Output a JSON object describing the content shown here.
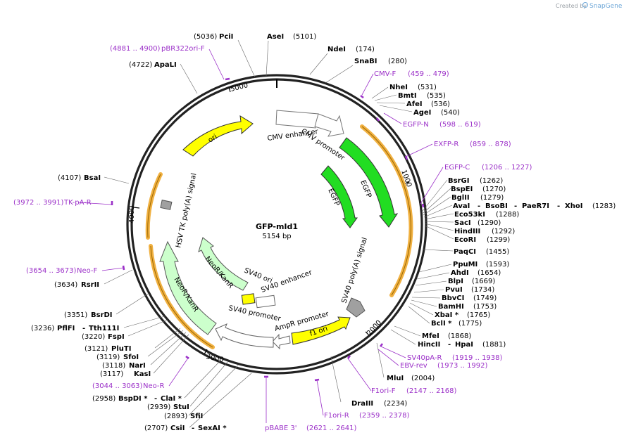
{
  "header": {
    "credit_prefix": "Created by",
    "credit_brand": "SnapGene"
  },
  "plasmid": {
    "name": "GFP-mId1",
    "length": "5154 bp"
  },
  "ticks": [
    "1000",
    "2000",
    "3000",
    "4000",
    "5000"
  ],
  "features": {
    "cmv_enhancer": "CMV enhancer",
    "cmv_promoter": "CMV promoter",
    "egfp_outer": "EGFP",
    "egfp_inner": "EGFP",
    "sv40_polya": "SV40 poly(A) signal",
    "f1_ori": "f1 ori",
    "ampr_promoter": "AmpR promoter",
    "sv40_promoter": "SV40 promoter",
    "sv40_ori": "SV40 ori",
    "sv40_enhancer": "SV40 enhancer",
    "neo_inner": "NeoR/KanR",
    "neo_outer": "NeoR/KanR",
    "hsv_tk_polya": "HSV TK poly(A) signal",
    "ori": "ori"
  },
  "sites": {
    "pcii": {
      "pos": "(5036)",
      "name": "PciI"
    },
    "asei": {
      "name": "AseI",
      "pos": "(5101)"
    },
    "ndei": {
      "name": "NdeI",
      "pos": "(174)"
    },
    "snabi": {
      "name": "SnaBI",
      "pos": "(280)"
    },
    "nhei": {
      "name": "NheI",
      "pos": "(531)"
    },
    "bmti": {
      "name": "BmtI",
      "pos": "(535)"
    },
    "afei": {
      "name": "AfeI",
      "pos": "(536)"
    },
    "agei": {
      "name": "AgeI",
      "pos": "(540)"
    },
    "bsrgi": {
      "name": "BsrGI",
      "pos": "(1262)"
    },
    "bspei": {
      "name": "BspEI",
      "pos": "(1270)"
    },
    "bglii": {
      "name": "BglII",
      "pos": "(1279)"
    },
    "avai": {
      "name": "AvaI",
      "sep1": "-",
      "name2": "BsoBI",
      "sep2": "-",
      "name3": "PaeR7I",
      "sep3": "-",
      "name4": "XhoI",
      "pos": "(1283)"
    },
    "eco53ki": {
      "name": "Eco53kI",
      "pos": "(1288)"
    },
    "saci": {
      "name": "SacI",
      "pos": "(1290)"
    },
    "hindiii": {
      "name": "HindIII",
      "pos": "(1292)"
    },
    "ecori": {
      "name": "EcoRI",
      "pos": "(1299)"
    },
    "paqci": {
      "name": "PaqCI",
      "pos": "(1455)"
    },
    "ppumi": {
      "name": "PpuMI",
      "pos": "(1593)"
    },
    "ahdi": {
      "name": "AhdI",
      "pos": "(1654)"
    },
    "blpi": {
      "name": "BlpI",
      "pos": "(1669)"
    },
    "pvui": {
      "name": "PvuI",
      "pos": "(1734)"
    },
    "bbvci": {
      "name": "BbvCI",
      "pos": "(1749)"
    },
    "bamhi": {
      "name": "BamHI",
      "pos": "(1753)"
    },
    "xbai": {
      "name": "XbaI *",
      "pos": "(1765)"
    },
    "bcli": {
      "name": "BclI *",
      "pos": "(1775)"
    },
    "mfei": {
      "name": "MfeI",
      "pos": "(1868)"
    },
    "hincii": {
      "name": "HincII",
      "sep": "-",
      "name2": "HpaI",
      "pos": "(1881)"
    },
    "mlui": {
      "name": "MluI",
      "pos": "(2004)"
    },
    "draiii": {
      "name": "DraIII",
      "pos": "(2234)"
    },
    "csii": {
      "pos": "(2707)",
      "name": "CsiI",
      "sep": "-",
      "name2": "SexAI *"
    },
    "sfii": {
      "pos": "(2893)",
      "name": "SfiI"
    },
    "stui": {
      "pos": "(2939)",
      "name": "StuI"
    },
    "bspdi": {
      "pos": "(2958)",
      "name": "BspDI *",
      "sep": "-",
      "name2": "ClaI *"
    },
    "kasi": {
      "pos": "(3117)",
      "name": "KasI"
    },
    "nari": {
      "pos": "(3118)",
      "name": "NarI"
    },
    "sfoi": {
      "pos": "(3119)",
      "name": "SfoI"
    },
    "pluti": {
      "pos": "(3121)",
      "name": "PluTI"
    },
    "fspi": {
      "pos": "(3220)",
      "name": "FspI"
    },
    "pflfi": {
      "pos": "(3236)",
      "name": "PflFI",
      "sep": "-",
      "name2": "Tth111I"
    },
    "bsrdi": {
      "pos": "(3351)",
      "name": "BsrDI"
    },
    "rsrii": {
      "pos": "(3634)",
      "name": "RsrII"
    },
    "bsai": {
      "pos": "(4107)",
      "name": "BsaI"
    },
    "apali": {
      "pos": "(4722)",
      "name": "ApaLI"
    }
  },
  "primers": {
    "pbr322": {
      "range": "(4881 .. 4900)",
      "name": "pBR322ori-F"
    },
    "cmvf": {
      "name": "CMV-F",
      "range": "(459 .. 479)"
    },
    "egfpn": {
      "name": "EGFP-N",
      "range": "(598 .. 619)"
    },
    "exfpr": {
      "name": "EXFP-R",
      "range": "(859 .. 878)"
    },
    "egfpc": {
      "name": "EGFP-C",
      "range": "(1206 .. 1227)"
    },
    "sv40par": {
      "name": "SV40pA-R",
      "range": "(1919 .. 1938)"
    },
    "ebvrev": {
      "name": "EBV-rev",
      "range": "(1973 .. 1992)"
    },
    "f1orif": {
      "name": "F1ori-F",
      "range": "(2147 .. 2168)"
    },
    "f1orir": {
      "name": "F1ori-R",
      "range": "(2359 .. 2378)"
    },
    "pbabe": {
      "name": "pBABE 3'",
      "range": "(2621 .. 2641)"
    },
    "neor": {
      "range": "(3044 .. 3063)",
      "name": "Neo-R"
    },
    "neof": {
      "range": "(3654 .. 3673)",
      "name": "Neo-F"
    },
    "tkpar": {
      "range": "(3972 .. 3991)",
      "name": "TK-pA-R"
    }
  },
  "colors": {
    "backbone": "#222222",
    "primer": "#9b30c8",
    "egfp": "#22dd22",
    "ori": "#ffff00",
    "neo": "#ccffcc",
    "promoter": "#ffffff",
    "polya": "#a0a0a0",
    "orf_arc": "#f0b040",
    "orf_line": "#996600"
  }
}
